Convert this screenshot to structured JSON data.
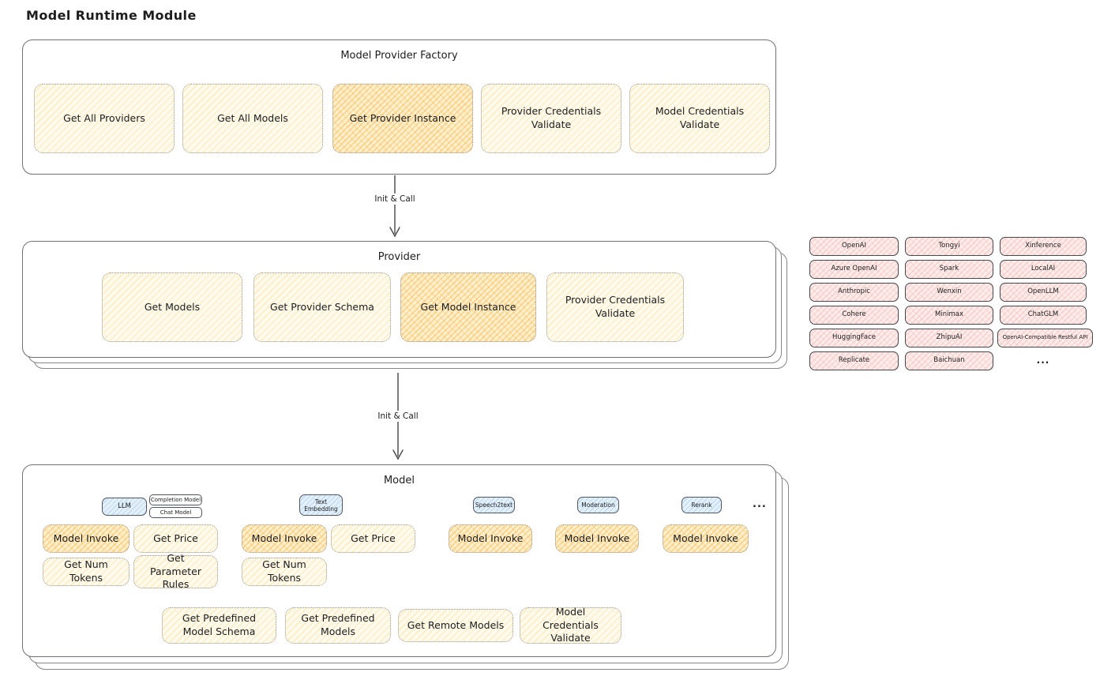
{
  "page_title": "Model Runtime Module",
  "palette": {
    "box_yellow_fill": "#FFFBEC",
    "box_yellow_stripe": "#F4CE70",
    "box_highlight_fill": "#FFF0CC",
    "box_highlight_stripe": "#F2A938",
    "provider_pink_fill": "#FDECEA",
    "provider_pink_stripe": "#E2827E",
    "chip_blue_fill": "#E4F1FB",
    "chip_blue_stripe": "#6CA4DB",
    "container_border": "#6F6F76",
    "dotted_border": "#98928A",
    "text": "#1D1D1F"
  },
  "factory": {
    "title": "Model Provider Factory",
    "boxes": [
      {
        "label": "Get All Providers",
        "highlighted": false
      },
      {
        "label": "Get All Models",
        "highlighted": false
      },
      {
        "label": "Get Provider Instance",
        "highlighted": true
      },
      {
        "label": "Provider Credentials Validate",
        "highlighted": false
      },
      {
        "label": "Model Credentials Validate",
        "highlighted": false
      }
    ]
  },
  "arrows": [
    {
      "label": "Init & Call"
    },
    {
      "label": "Init & Call"
    }
  ],
  "provider": {
    "title": "Provider",
    "boxes": [
      {
        "label": "Get Models",
        "highlighted": false
      },
      {
        "label": "Get Provider Schema",
        "highlighted": false
      },
      {
        "label": "Get Model Instance",
        "highlighted": true
      },
      {
        "label": "Provider Credentials Validate",
        "highlighted": false
      }
    ]
  },
  "providers_panel": {
    "columns": [
      {
        "items": [
          "OpenAI",
          "Azure OpenAI",
          "Anthropic",
          "Cohere",
          "HuggingFace",
          "Replicate"
        ]
      },
      {
        "items": [
          "Tongyi",
          "Spark",
          "Wenxin",
          "Minimax",
          "ZhipuAI",
          "Baichuan"
        ]
      },
      {
        "items": [
          "Xinference",
          "LocalAI",
          "OpenLLM",
          "ChatGLM",
          "OpenAI-Compatible Restful API"
        ],
        "more": "..."
      }
    ]
  },
  "model": {
    "title": "Model",
    "groups": [
      {
        "type_chip": "LLM",
        "sub_chips": [
          "Completion Model",
          "Chat Model"
        ],
        "functions": [
          "Model Invoke",
          "Get Price",
          "Get Num Tokens",
          "Get Parameter Rules"
        ]
      },
      {
        "type_chip": "Text Embedding",
        "functions": [
          "Model Invoke",
          "Get Price",
          "Get Num Tokens"
        ]
      },
      {
        "type_chip": "Speech2text",
        "functions": [
          "Model Invoke"
        ]
      },
      {
        "type_chip": "Moderation",
        "functions": [
          "Model Invoke"
        ]
      },
      {
        "type_chip": "Rerank",
        "functions": [
          "Model Invoke"
        ]
      }
    ],
    "more_indicator": "...",
    "shared_functions": [
      "Get Predefined Model Schema",
      "Get Predefined Models",
      "Get Remote Models",
      "Model Credentials Validate"
    ]
  }
}
